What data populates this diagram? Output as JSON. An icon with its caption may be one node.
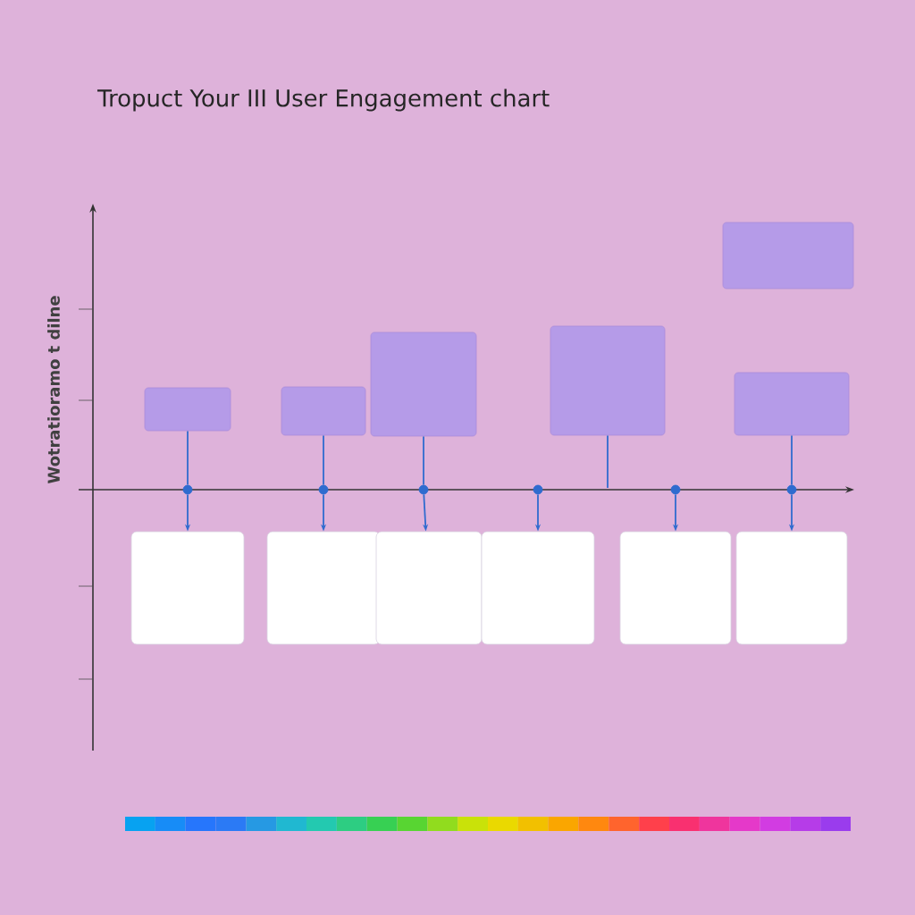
{
  "diagram": {
    "title": "Tropuct Your III User Engagement chart",
    "nodes": [
      {
        "text": [],
        "shape": "box"
      },
      {
        "text": [],
        "shape": "box"
      },
      {
        "text": [],
        "shape": "box"
      },
      {
        "text": [],
        "shape": "box"
      },
      {
        "text": [],
        "shape": "box"
      },
      {
        "text": [],
        "shape": "box"
      },
      {
        "text": [],
        "shape": "circle"
      },
      {
        "text": [],
        "shape": "circle"
      },
      {
        "text": [],
        "shape": "circle"
      },
      {
        "text": [],
        "shape": "circle"
      },
      {
        "text": [],
        "shape": "circle"
      },
      {
        "text": [],
        "shape": "circle"
      },
      {
        "text": [],
        "shape": "box"
      },
      {
        "text": [],
        "shape": "box"
      },
      {
        "text": [],
        "shape": "box"
      },
      {
        "text": [],
        "shape": "box"
      },
      {
        "text": [],
        "shape": "box"
      },
      {
        "text": [],
        "shape": "box"
      }
    ],
    "edges": [
      {
        "from": 0,
        "to": 6,
        "arrow": "none"
      },
      {
        "from": 1,
        "to": 7,
        "arrow": "none"
      },
      {
        "from": 2,
        "to": 8,
        "arrow": "none"
      },
      {
        "from": 3,
        "to": null,
        "arrow": "none"
      },
      {
        "from": 5,
        "to": 11,
        "arrow": "none"
      },
      {
        "from": 6,
        "to": 12,
        "arrow": "to"
      },
      {
        "from": 7,
        "to": 13,
        "arrow": "to"
      },
      {
        "from": 8,
        "to": 14,
        "arrow": "to"
      },
      {
        "from": 9,
        "to": 15,
        "arrow": "to"
      },
      {
        "from": 10,
        "to": 16,
        "arrow": "to"
      },
      {
        "from": 11,
        "to": 17,
        "arrow": "to"
      }
    ],
    "labels": [
      "Wotratioramo t dilne"
    ]
  }
}
